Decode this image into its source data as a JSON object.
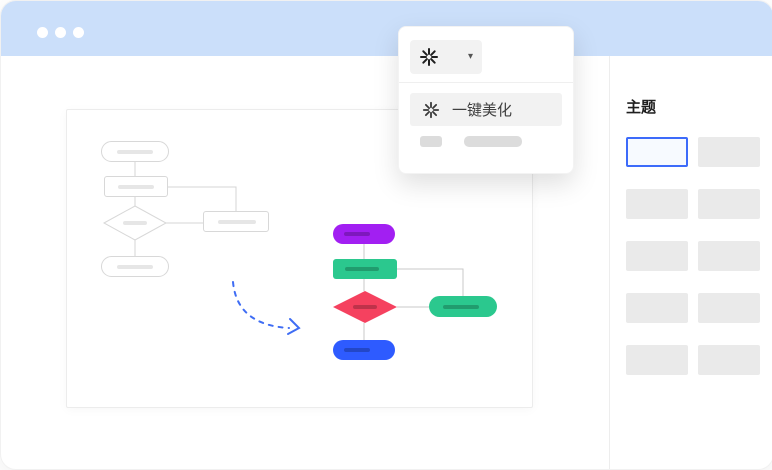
{
  "window": {
    "control_dots": 3
  },
  "beautify_popup": {
    "trigger": {
      "icon": "beautify-sparkle-icon",
      "caret_glyph": "▾"
    },
    "menu": {
      "items": [
        {
          "label": "一键美化",
          "highlighted": true
        }
      ],
      "placeholder_row": {
        "blobs": 2
      }
    }
  },
  "sidebar": {
    "title": "主题",
    "swatches": [
      {
        "selected": true
      },
      {
        "selected": false
      },
      {
        "selected": false
      },
      {
        "selected": false
      },
      {
        "selected": false
      },
      {
        "selected": false
      },
      {
        "selected": false
      },
      {
        "selected": false
      },
      {
        "selected": false
      },
      {
        "selected": false
      }
    ]
  },
  "canvas": {
    "before_flowchart": {
      "style": "outline-gray",
      "nodes": [
        {
          "shape": "terminator"
        },
        {
          "shape": "process"
        },
        {
          "shape": "decision"
        },
        {
          "shape": "process"
        },
        {
          "shape": "terminator"
        }
      ]
    },
    "after_flowchart": {
      "style": "colored",
      "nodes": [
        {
          "shape": "terminator",
          "color": "#a21ff2"
        },
        {
          "shape": "process",
          "color": "#2bc88e"
        },
        {
          "shape": "decision",
          "color": "#f5415f"
        },
        {
          "shape": "process",
          "color": "#2bc88e"
        },
        {
          "shape": "terminator",
          "color": "#2e5bff"
        }
      ]
    },
    "transition_arrow": {
      "style": "dashed-curve",
      "color": "#3f6df4"
    }
  },
  "colors": {
    "header_bar": "#cbdffa",
    "accent_blue": "#3d6bfa",
    "node_purple": "#a21ff2",
    "node_green": "#2bc88e",
    "node_red": "#f5415f",
    "node_blue": "#2e5bff"
  }
}
